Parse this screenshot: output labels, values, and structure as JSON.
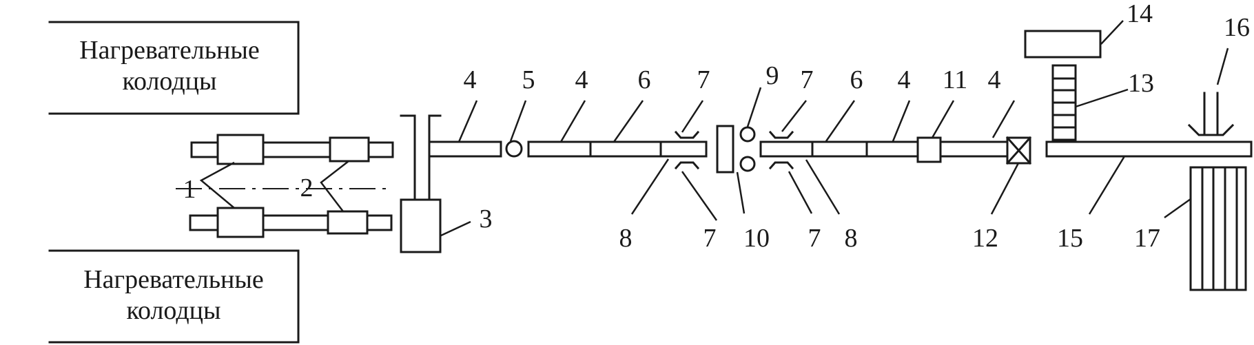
{
  "furnace_top": {
    "line1": "Нагревательные",
    "line2": "колодцы"
  },
  "furnace_bottom": {
    "line1": "Нагревательные",
    "line2": "колодцы"
  },
  "labels": {
    "l1": "1",
    "l2": "2",
    "l3": "3",
    "l4a": "4",
    "l4b": "4",
    "l4c": "4",
    "l4d": "4",
    "l5": "5",
    "l6a": "6",
    "l6b": "6",
    "l7a": "7",
    "l7b": "7",
    "l7c": "7",
    "l7d": "7",
    "l8a": "8",
    "l8b": "8",
    "l9": "9",
    "l10": "10",
    "l11": "11",
    "l12": "12",
    "l13": "13",
    "l14": "14",
    "l15": "15",
    "l16": "16",
    "l17": "17"
  }
}
